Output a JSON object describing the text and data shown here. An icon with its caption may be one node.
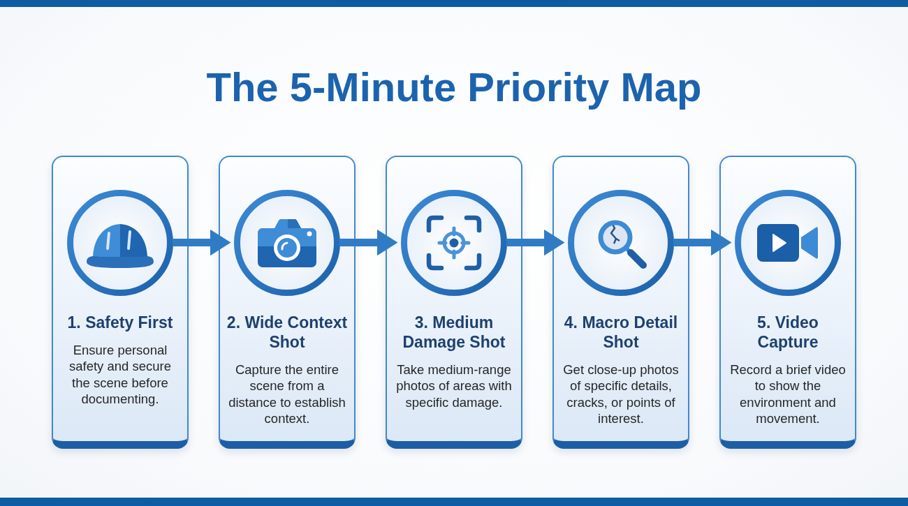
{
  "diagram": {
    "title": "The 5-Minute Priority Map",
    "nodes": [
      {
        "text": [
          "1. Safety First",
          "Ensure personal safety and secure the scene before documenting."
        ]
      },
      {
        "text": [],
        "shape": "circle",
        "in": 0
      },
      {
        "text": [
          "2. Wide Context Shot",
          "Capture the entire scene from a distance to establish context."
        ]
      },
      {
        "text": [],
        "shape": "circle",
        "in": 2
      },
      {
        "text": [
          "3. Medium Damage Shot",
          "Take medium-range photos of areas with specific damage."
        ]
      },
      {
        "text": [],
        "shape": "circle",
        "in": 4
      },
      {
        "text": [
          "4. Macro Detail Shot",
          "Get close-up photos of specific details, cracks, or points of interest."
        ]
      },
      {
        "text": [],
        "shape": "circle",
        "in": 6
      },
      {
        "text": [
          "5. Video Capture",
          "Record a brief video to show the environment and movement."
        ]
      },
      {
        "text": [],
        "shape": "circle",
        "in": 8
      }
    ],
    "edges": [
      {
        "from": 1,
        "to": 3,
        "arrow": "to"
      },
      {
        "from": 3,
        "to": 5,
        "arrow": "to"
      },
      {
        "from": 5,
        "to": 7,
        "arrow": "to"
      },
      {
        "from": 7,
        "to": 9,
        "arrow": "to"
      }
    ]
  }
}
